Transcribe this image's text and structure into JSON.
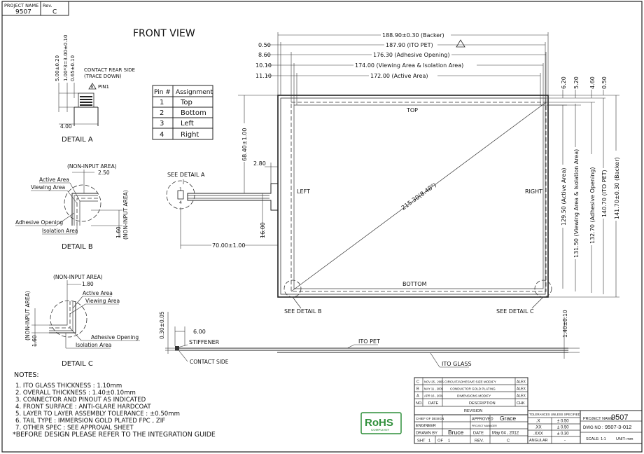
{
  "header": {
    "project_name_label": "PROJECT NAME :",
    "project_name_value": "9507",
    "rev_label": "Rev.",
    "rev_value": "C"
  },
  "front_view_title": "FRONT VIEW",
  "pin_table": {
    "headers": [
      "Pin #",
      "Assignment"
    ],
    "rows": [
      [
        "1",
        "Top"
      ],
      [
        "2",
        "Bottom"
      ],
      [
        "3",
        "Left"
      ],
      [
        "4",
        "Right"
      ]
    ]
  },
  "top_dimensions": [
    {
      "left": "0.50",
      "text": "188.90±0.30 (Backer)"
    },
    {
      "left": "",
      "text": "187.90 (ITO PET)"
    },
    {
      "left": "8.60",
      "text": "176.30 (Adhesive Opening)"
    },
    {
      "left": "10.10",
      "text": "174.00 (Viewing Area & Isolation Area)"
    },
    {
      "left": "11.10",
      "text": "172.00 (Active Area)"
    }
  ],
  "right_dimensions": {
    "top_offsets": [
      "6.20",
      "5.20",
      "4.60",
      "0.50"
    ],
    "verticals": [
      "129.50 (Active Area)",
      "131.50 (Viewing Area & Isolation Area)",
      "132.70 (Adhesive Opening)",
      "140.70 (ITO PET)",
      "141.70±0.30 (Backer)"
    ]
  },
  "panel_labels": {
    "top": "TOP",
    "bottom": "BOTTOM",
    "left": "LEFT",
    "right": "RIGHT",
    "diagonal": "215.30(8.48\")",
    "see_detail_a": "SEE DETAIL A",
    "see_detail_b": "SEE DETAIL B",
    "see_detail_c": "SEE DETAIL C"
  },
  "tail_dimensions": {
    "height": "68.40±1.00",
    "offset": "2.80",
    "width": "16.00",
    "length": "70.00±1.00"
  },
  "detail_a": {
    "title": "DETAIL A",
    "dims": [
      "5.00±0.20",
      "1.00*3=3.00±0.10",
      "0.65±0.10",
      "4.00"
    ],
    "note1": "CONTACT REAR SIDE",
    "note2": "(TRACE DOWN)",
    "pin1": "PIN1",
    "rev_mark": "B"
  },
  "detail_b": {
    "title": "DETAIL B",
    "non_input_top": "(NON-INPUT AREA)",
    "dim_top": "2.50",
    "active": "Active Area",
    "viewing": "Viewing Area",
    "adhesive": "Adhesive Opening",
    "isolation": "Isolation Area",
    "dim_side": "1.60",
    "non_input_side": "(NON-INPUT AREA)"
  },
  "detail_c": {
    "title": "DETAIL C",
    "non_input_top": "(NON-INPUT AREA)",
    "dim_top": "1.80",
    "active": "Active Area",
    "viewing": "Viewing Area",
    "adhesive": "Adhesive Opening",
    "isolation": "Isolation Area",
    "dim_side": "1.60",
    "non_input_side": "(NON-INPUT AREA)"
  },
  "side_view": {
    "thickness_left": "0.30±0.05",
    "stiffener_dim": "6.00",
    "stiffener": "STIFFENER",
    "contact_side": "CONTACT SIDE",
    "ito_pet": "ITO PET",
    "ito_glass": "ITO GLASS",
    "thickness_right": "1.40±0.10"
  },
  "notes": {
    "title": "NOTES:",
    "items": [
      "1. ITO GLASS THICKNESS : 1.10mm",
      "2. OVERALL THICKNESS : 1.40±0.10mm",
      "3. CONNECTOR AND PINOUT AS INDICATED",
      "4. FRONT SURFACE : ANTI-GLARE HARDCOAT",
      "5. LAYER TO LAYER ASSEMBLY TOLERANCE : ±0.50mm",
      "6. TAIL TYPE : IMMERSION GOLD PLATED FPC , ZIF",
      "7. OTHER SPEC : SEE APPROVAL SHEET",
      "*BEFORE DESIGN PLEASE REFER TO THE INTEGRATION GUIDE"
    ]
  },
  "rohs": {
    "text": "RoHS",
    "sub": "COMPLIANT",
    "color": "#2f8f3a"
  },
  "revision_table": {
    "rows": [
      [
        "C",
        "NOV 25 , 2005",
        "CIRCUIT/ADHESIVE SIZE MODIFY",
        "ALEX"
      ],
      [
        "B",
        "MAY 11 , 2005",
        "CONDUCTOR GOLD PLATING",
        "ALEX"
      ],
      [
        "A",
        "APR 16 , 2001",
        "DIMENSIONS MODIFY",
        "ALEX"
      ]
    ],
    "headers": [
      "NO.",
      "DATE",
      "DESCRIPTION",
      "CHK"
    ],
    "caption": "REVISION"
  },
  "title_block": {
    "chief_label": "CHIEF OF DESIGN",
    "engineer_label": "ENGINEER",
    "drawn_label": "DRAWN BY",
    "drawn_value": "Bruce",
    "approved_label": "APPROVED",
    "approved_value": "Grace",
    "proj_mgr_label": "PROJECT MANAGER",
    "date_label": "DATE",
    "date_value": "May 04 , 2012",
    "sht_label": "SHT",
    "sht_value": "1",
    "of_label": "OF",
    "of_value": "1",
    "rev_label": "REV.",
    "rev_value": "C",
    "tolerance_header": "TOLERANCES UNLESS SPECIFIED",
    "tolerances": [
      [
        ".X",
        "± 0.50"
      ],
      [
        ".XX",
        "± 0.50"
      ],
      [
        ".XXX",
        "± 0.30"
      ]
    ],
    "angular_label": "ANGULAR",
    "angular_value": "-",
    "project_name_label": "PROJECT NAME :",
    "project_name_value": "9507",
    "dwg_label": "DWG NO :",
    "dwg_value": "9507-3-012",
    "scale_label": "SCALE: 1:1",
    "unit_label": "UNIT: mm"
  }
}
